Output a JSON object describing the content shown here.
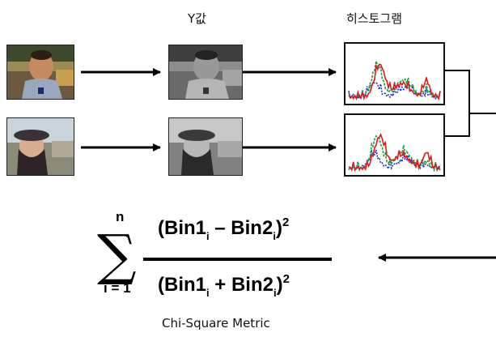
{
  "labels": {
    "y_value": "Y값",
    "histogram": "히스토그램",
    "caption": "Chi-Square Metric"
  },
  "formula": {
    "sigma": "∑",
    "upper_limit": "n",
    "lower_limit": "i = 1",
    "numerator": {
      "open": "(Bin1",
      "sub1": "i",
      "op": " – Bin2",
      "sub2": "i",
      "close": ")",
      "power": "2"
    },
    "denominator": {
      "open": "(Bin1",
      "sub1": "i",
      "op": " + Bin2",
      "sub2": "i",
      "close": ")",
      "power": "2"
    }
  },
  "colors": {
    "histogram_red": "#d81b1b",
    "histogram_green": "#1f9d3a",
    "histogram_blue": "#2233cc"
  }
}
